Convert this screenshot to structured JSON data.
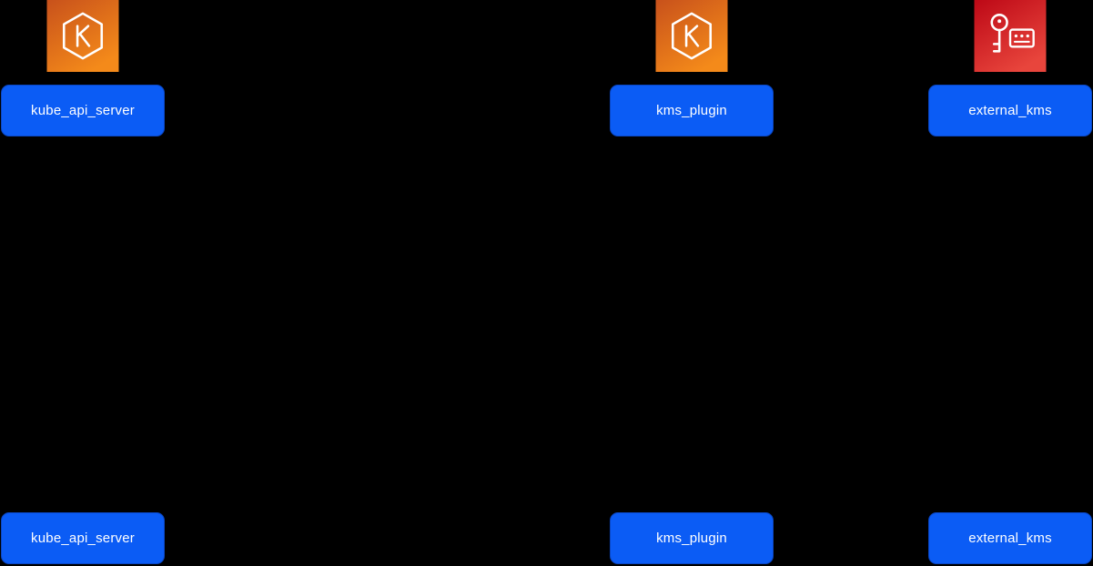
{
  "diagram": {
    "type": "sequence-diagram",
    "background_color": "#000000",
    "node_color": "#0b5cf5",
    "node_text_color": "#ffffff",
    "participants": [
      {
        "label": "kube_api_server",
        "icon": "eks-icon",
        "icon_gradient_start": "#C8511B",
        "icon_gradient_end": "#FF9900"
      },
      {
        "label": "kms_plugin",
        "icon": "eks-icon",
        "icon_gradient_start": "#C8511B",
        "icon_gradient_end": "#FF9900"
      },
      {
        "label": "external_kms",
        "icon": "kms-key-icon",
        "icon_gradient_start": "#BD0816",
        "icon_gradient_end": "#E8453C"
      }
    ]
  }
}
